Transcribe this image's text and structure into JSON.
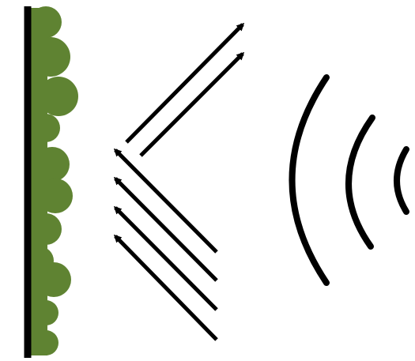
{
  "diagram": {
    "colors": {
      "background": "#ffffff",
      "wall": "#000000",
      "foliage": "#5f8332",
      "arrows": "#000000",
      "sound_waves": "#000000"
    },
    "icons": {
      "wall": "wall-line",
      "foliage": "vegetation-blobs",
      "incoming": "incoming-arrows",
      "reflected": "reflected-arrows",
      "waves": "sound-wave-arcs"
    },
    "counts": {
      "incoming_arrows": 4,
      "reflected_arrows": 2,
      "sound_wave_arcs": 3
    }
  }
}
